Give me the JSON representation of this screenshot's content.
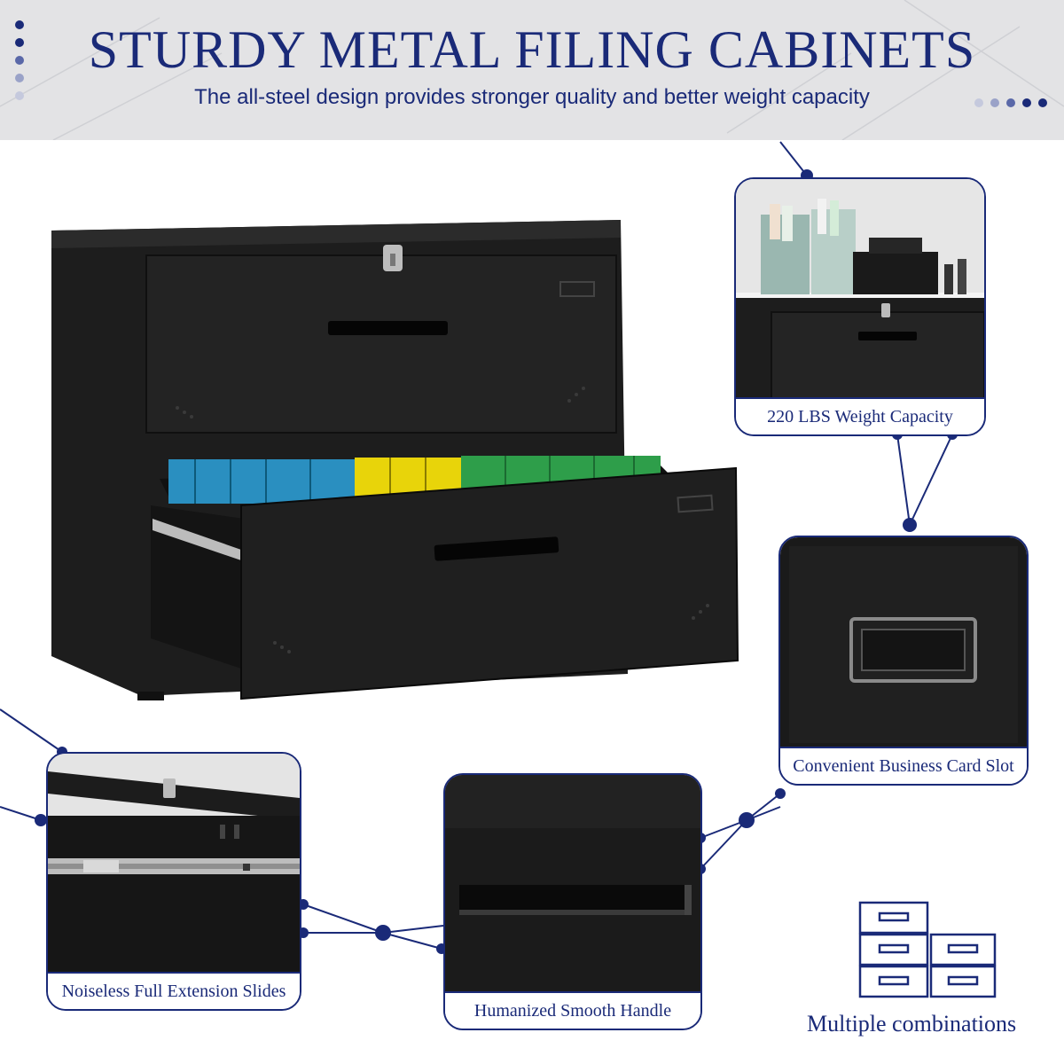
{
  "banner": {
    "title": "STURDY METAL FILING CABINETS",
    "subtitle": "The all-steel design provides stronger quality and better weight capacity"
  },
  "features": {
    "weight_capacity": "220 LBS Weight Capacity",
    "card_slot": "Convenient Business Card Slot",
    "slides": "Noiseless Full Extension Slides",
    "handle": "Humanized Smooth Handle",
    "combinations": "Multiple combinations"
  },
  "colors": {
    "accent": "#1a2a78",
    "cabinet": "#1c1c1c",
    "banner_bg": "#e3e3e5"
  },
  "icons": [
    "lock-icon",
    "drawer-stack-icon"
  ]
}
